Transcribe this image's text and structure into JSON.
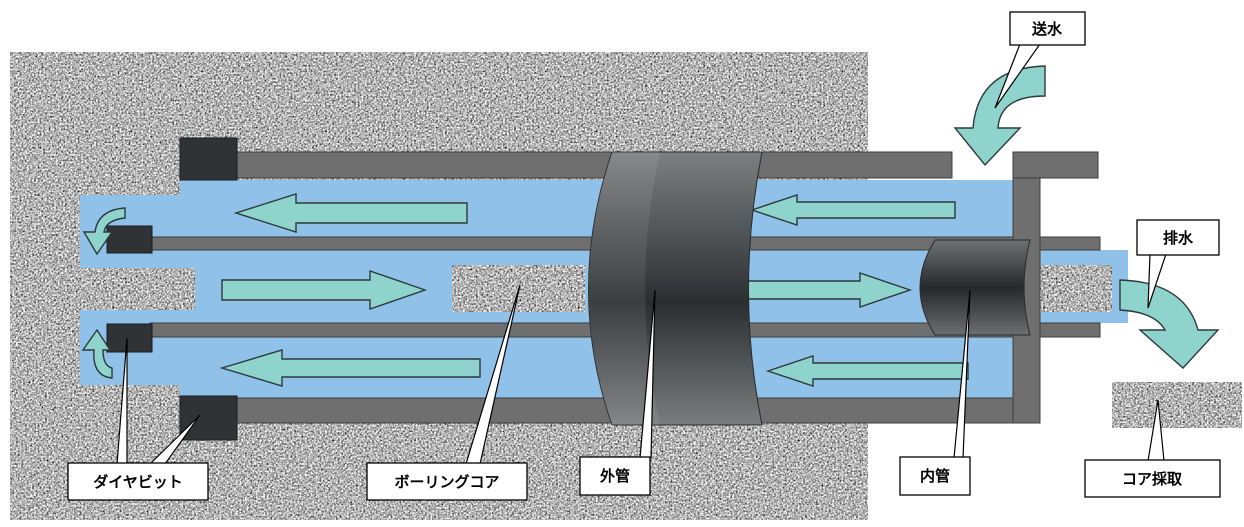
{
  "labels": {
    "water_supply": "送水",
    "drainage": "排水",
    "diamond_bit": "ダイヤビット",
    "boring_core": "ボーリングコア",
    "outer_tube": "外管",
    "inner_tube": "内管",
    "core_sampling": "コア採取"
  },
  "colors": {
    "water": "#8FC1E9",
    "flow_arrow": "#8ED3CC",
    "tube": "#6F6F6F",
    "bit": "#2F3336"
  }
}
